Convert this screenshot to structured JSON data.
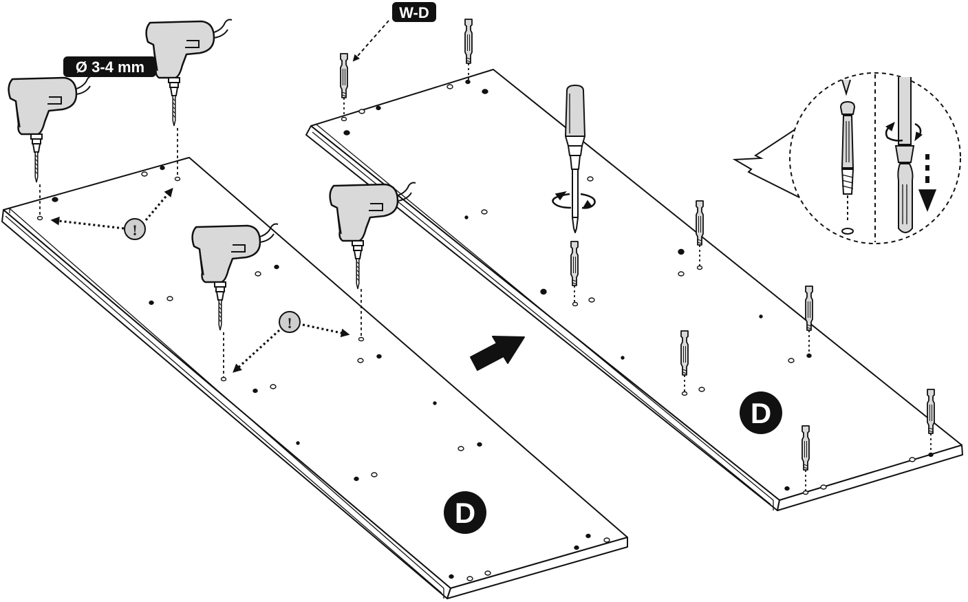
{
  "drill_size_label": "Ø 3-4 mm",
  "dowel_label": "W-D",
  "panels": [
    {
      "part_label": "D"
    },
    {
      "part_label": "D"
    }
  ],
  "warning_symbol": "!",
  "icons": {
    "drill": "power-drill-icon",
    "screwdriver": "screwdriver-icon",
    "dowel": "dowel-pin-icon",
    "warning": "warning-icon",
    "step_arrow": "step-arrow-icon",
    "rotation": "rotate-arrow-icon"
  },
  "colors": {
    "line": "#111111",
    "tool_fill": "#d9d9d9",
    "label_bg": "#111111",
    "label_text": "#ffffff",
    "warning_fill": "#cfcfcf"
  }
}
